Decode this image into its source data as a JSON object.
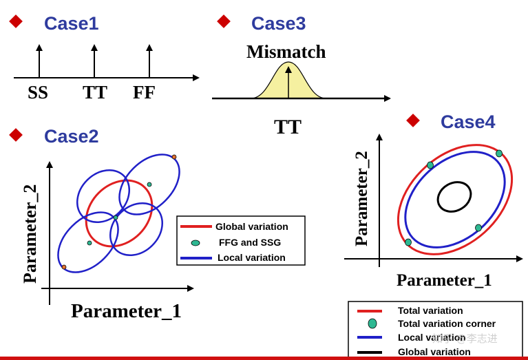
{
  "colors": {
    "heading_text": "#2e3b9e",
    "diamond": "#cc0000",
    "global_red": "#e02020",
    "local_blue": "#2020c8",
    "corner_fill": "#2eb892",
    "inner_black": "#000000",
    "bell_fill": "#f5f0a0",
    "bottom_rule": "#d01010"
  },
  "case1": {
    "title": "Case1",
    "corners": [
      "SS",
      "TT",
      "FF"
    ]
  },
  "case3": {
    "title": "Case3",
    "mismatch_label": "Mismatch",
    "center_label": "TT"
  },
  "case2": {
    "title": "Case2",
    "xlabel": "Parameter_1",
    "ylabel": "Parameter_2",
    "legend": {
      "global": "Global variation",
      "corners": "FFG and SSG",
      "local": "Local variation"
    }
  },
  "case4": {
    "title": "Case4",
    "xlabel": "Parameter_1",
    "ylabel": "Parameter_2",
    "legend": {
      "total": "Total variation",
      "total_corner": "Total variation corner",
      "local": "Local variation",
      "global": "Global variation"
    }
  },
  "watermark": "知乎 @李志进"
}
